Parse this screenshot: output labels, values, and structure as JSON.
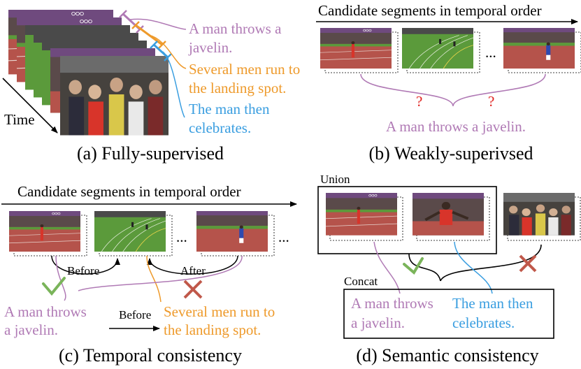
{
  "colors": {
    "purple": "#b07ab5",
    "orange": "#ee9a2b",
    "blue": "#3a9ee0",
    "red": "#e0201c",
    "green": "#7ab45a",
    "cross": "#c0584a",
    "track": "#b5534b",
    "grass": "#5b9a3b",
    "crowd": "#5a4a4a",
    "olympic_purple": "#6f4a7e"
  },
  "panel_a": {
    "caption": "(a) Fully-supervised",
    "axis_label": "Time",
    "sentences": {
      "s1_line1": "A man throws a",
      "s1_line2": "javelin.",
      "s2_line1": "Several men run to",
      "s2_line2": "the landing spot.",
      "s3_line1": "The man then",
      "s3_line2": "celebrates."
    }
  },
  "panel_b": {
    "caption": "(b) Weakly-superivsed",
    "header": "Candidate segments in temporal order",
    "ellipsis": "...",
    "question1": "?",
    "question2": "?",
    "sentence": "A man throws a javelin."
  },
  "panel_c": {
    "caption": "(c) Temporal consistency",
    "header": "Candidate segments in temporal order",
    "ellipsis1": "...",
    "ellipsis2": "...",
    "before_arc": "Before",
    "after_arc": "After",
    "before_arrow": "Before",
    "s1_line1": "A man throws",
    "s1_line2": "a javelin.",
    "s2_line1": "Several men run to",
    "s2_line2": "the landing spot."
  },
  "panel_d": {
    "caption": "(d) Semantic consistency",
    "union_label": "Union",
    "concat_label": "Concat",
    "s1_line1": "A man throws",
    "s1_line2": "a javelin.",
    "s2_line1": "The man then",
    "s2_line2": "celebrates."
  }
}
